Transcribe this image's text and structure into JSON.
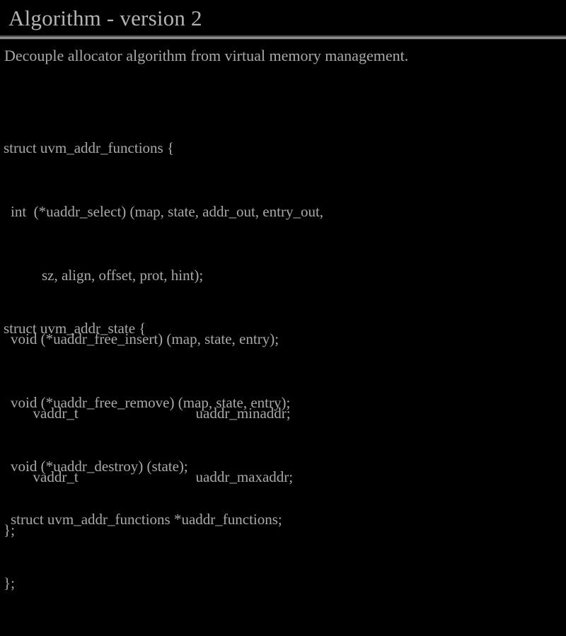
{
  "slide": {
    "title": "Algorithm - version 2",
    "subtitle": "Decouple allocator algorithm from virtual memory management.",
    "colors": {
      "background": "#000000",
      "text": "#a9a9a9",
      "title_text": "#b4b4b4",
      "rule_light": "#8d8d8d",
      "rule_dark": "#4a4a4a"
    },
    "code_blocks": [
      {
        "name": "uvm_addr_functions",
        "lines": [
          {
            "indent": 0,
            "text": "struct uvm_addr_functions {"
          },
          {
            "indent": 1,
            "text": "int  (*uaddr_select) (map, state, addr_out, entry_out,"
          },
          {
            "indent": 2,
            "text": "sz, align, offset, prot, hint);"
          },
          {
            "indent": 1,
            "text": "void (*uaddr_free_insert) (map, state, entry);"
          },
          {
            "indent": 1,
            "text": "void (*uaddr_free_remove) (map, state, entry);"
          },
          {
            "indent": 1,
            "text": "void (*uaddr_destroy) (state);"
          },
          {
            "indent": 0,
            "text": "};"
          }
        ]
      },
      {
        "name": "uvm_addr_state",
        "header": "struct uvm_addr_state {",
        "members": [
          {
            "type": "vaddr_t",
            "name": "uaddr_minaddr;"
          },
          {
            "type": "vaddr_t",
            "name": "uaddr_maxaddr;"
          }
        ],
        "trailing_lines": [
          {
            "indent": 1,
            "text": "struct uvm_addr_functions *uaddr_functions;"
          },
          {
            "indent": 0,
            "text": "};"
          }
        ]
      }
    ]
  }
}
